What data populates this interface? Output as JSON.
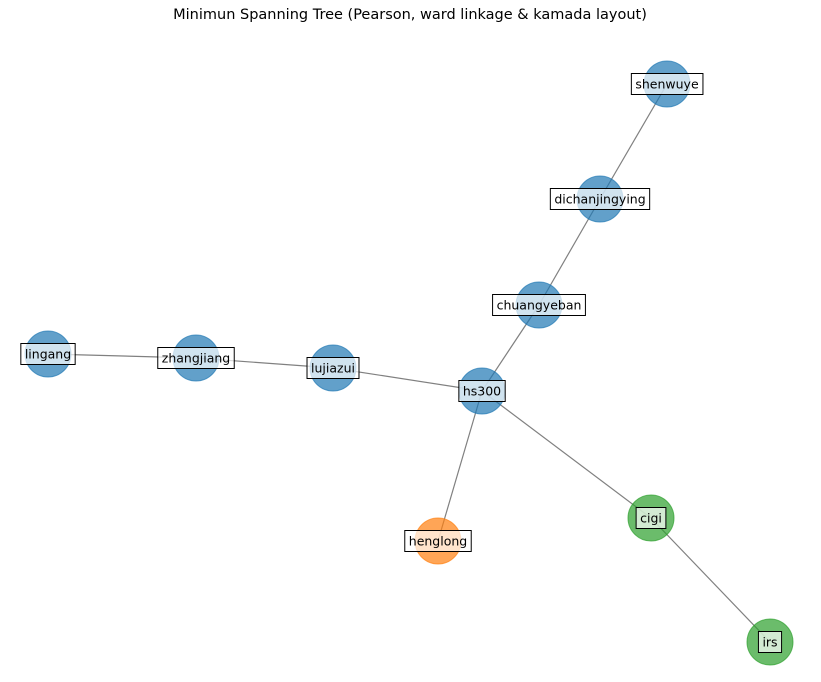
{
  "title": "Minimun Spanning Tree (Pearson, ward linkage & kamada layout)",
  "colors": {
    "blue": "#1f77b4",
    "orange": "#ff7f0e",
    "green": "#2ca02c",
    "edge": "#808080"
  },
  "nodes": [
    {
      "id": "shenwuye",
      "label": "shenwuye",
      "group": "blue"
    },
    {
      "id": "dichanjingying",
      "label": "dichanjingying",
      "group": "blue"
    },
    {
      "id": "chuangyeban",
      "label": "chuangyeban",
      "group": "blue"
    },
    {
      "id": "hs300",
      "label": "hs300",
      "group": "blue"
    },
    {
      "id": "lujiazui",
      "label": "lujiazui",
      "group": "blue"
    },
    {
      "id": "zhangjiang",
      "label": "zhangjiang",
      "group": "blue"
    },
    {
      "id": "lingang",
      "label": "lingang",
      "group": "blue"
    },
    {
      "id": "henglong",
      "label": "henglong",
      "group": "orange"
    },
    {
      "id": "cigi",
      "label": "cigi",
      "group": "green"
    },
    {
      "id": "irs",
      "label": "irs",
      "group": "green"
    }
  ],
  "edges": [
    {
      "source": "shenwuye",
      "target": "dichanjingying"
    },
    {
      "source": "dichanjingying",
      "target": "chuangyeban"
    },
    {
      "source": "chuangyeban",
      "target": "hs300"
    },
    {
      "source": "hs300",
      "target": "lujiazui"
    },
    {
      "source": "lujiazui",
      "target": "zhangjiang"
    },
    {
      "source": "zhangjiang",
      "target": "lingang"
    },
    {
      "source": "hs300",
      "target": "henglong"
    },
    {
      "source": "hs300",
      "target": "cigi"
    },
    {
      "source": "cigi",
      "target": "irs"
    }
  ]
}
